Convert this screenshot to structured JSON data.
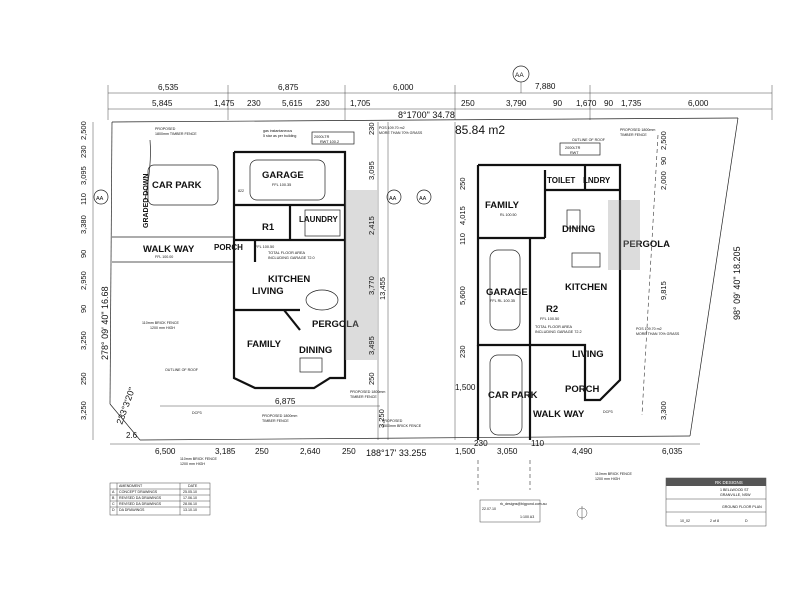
{
  "top_dimensions_row1": [
    "6,535",
    "6,875",
    "6,000",
    "7,880"
  ],
  "top_dimensions_row2": [
    "5,845",
    "1,475",
    "230",
    "5,615",
    "230",
    "1,705",
    "250",
    "3,790",
    "90",
    "1,670",
    "90",
    "1,735",
    "6,000"
  ],
  "bearing_top": "8°1700\"  34.78",
  "bearing_left": "278° 09' 40\"  16.68",
  "bearing_right": "98° 09' 40\"  18.205",
  "bearing_bottom": "188°17'  33.255",
  "bearing_corner": "233°3'20\"",
  "bearing_corner_dist": "2.6",
  "grid_bubble_top": "AA",
  "grid_bubbles_side": [
    "AA",
    "AA",
    "AA"
  ],
  "unit1_left_dims": [
    "2,500",
    "230",
    "3,095",
    "110",
    "3,380",
    "90",
    "2,950",
    "90",
    "3,250",
    "250",
    "3,250"
  ],
  "unit1_mid_dims": [
    "230",
    "3,095",
    "2,415",
    "3,770",
    "3,495",
    "250",
    "13,455"
  ],
  "unit2_left_dims": [
    "250",
    "4,015",
    "110",
    "5,600",
    "230"
  ],
  "unit2_right_dims": [
    "2,500",
    "90",
    "2,000",
    "9,815",
    "3,300"
  ],
  "bottom_dimensions_left": [
    "6,500",
    "3,185",
    "250",
    "2,640",
    "250"
  ],
  "bottom_dimensions_right": [
    "1,500",
    "230",
    "3,050",
    "110",
    "4,490",
    "6,035"
  ],
  "inner_dimensions": [
    "6,875",
    "3,250",
    "1,500"
  ],
  "bottom_misc": [
    "230",
    "110"
  ],
  "pos_area_top": "POS 109.70 m2\nMORE THAN 70% GRASS",
  "area_heading": "85.84 m2",
  "unit1": {
    "garage": "GARAGE",
    "garage_ffl": "FFL 100.35",
    "car_park": "CAR PARK",
    "graded_down": "GRADED DOWN",
    "laundry": "LAUNDRY",
    "r1": "R1",
    "r1_ffl": "FFL 100.50",
    "porch": "PORCH",
    "walk_way": "WALK WAY",
    "living": "LIVING",
    "kitchen": "KITCHEN",
    "family": "FAMILY",
    "dining": "DINING",
    "pergola": "PERGOLA",
    "total_floor_area": "TOTAL FLOOR AREA\nINCLUDING GARAGE 72.0",
    "tank": "2000LTR\nRWT 100.2",
    "gas_note": "gas instantaneous\n5 star as per building",
    "fence_note_top": "PROPOSED\n1800mm TIMBER FENCE",
    "brick_fence": "110mm BRICK FENCE\n1200 mm HIGH",
    "outline_roof": "OUTLINE OF ROOF",
    "dcp": "DCP3",
    "timber_fence": "PROPOSED 1800mm\nTIMBER FENCE",
    "brick_fence_low": "110mm BRICK FENCE\n1200 mm HIGH",
    "dim_822": "822"
  },
  "unit2": {
    "family": "FAMILY",
    "toilet": "TOILET",
    "laundry": "LNDRY",
    "dining": "DINING",
    "pergola": "PERGOLA",
    "garage": "GARAGE",
    "garage_ffl": "FFL RL 100.35",
    "kitchen": "KITCHEN",
    "r2": "R2",
    "r2_ffl": "FFL 100.50",
    "living": "LIVING",
    "porch": "PORCH",
    "car_park": "CAR PARK",
    "walk_way": "WALK WAY",
    "total_floor_area": "TOTAL FLOOR AREA\nINCLUDING GARAGE 72.2",
    "tank": "2000LTR\nRWT",
    "outline_roof": "OUTLINE OF ROOF",
    "fence_note": "PROPOSED 1800mm\nTIMBER FENCE",
    "pos_area": "POS 109.70 m2\nMORE THAN 70% GRASS",
    "dcp": "DCP3",
    "brick_fence": "110mm BRICK FENCE\n1200 mm HIGH"
  },
  "middle_notes": {
    "proposed_fence": "PROPOSED 1800mm\nTIMBER FENCE",
    "proposed_brick": "PROPOSED\n1500mm BRICK FENCE"
  },
  "revision_table": {
    "headers": [
      "AMENDMENT",
      "DATE"
    ],
    "rows": [
      [
        "A",
        "CONCEPT DRAWINGS",
        "25.05.10"
      ],
      [
        "B",
        "REVISED DA DRAWINGS",
        "17.06.10"
      ],
      [
        "C",
        "REVISED DA DRAWINGS",
        "28.06.10"
      ],
      [
        "D",
        "DA DRAWINGS",
        "13.10.10"
      ]
    ]
  },
  "title_block": {
    "company": "RK DESIGNS",
    "address_1": "1 BELLWOOD ST",
    "address_2": "GRANVILLE, NSW",
    "sheet_title": "GROUND FLOOR PLAN",
    "job_no": "10_02",
    "sheet_no": "2 of 8",
    "revision": "D",
    "scale": "1:100 A3",
    "drawn_date": "22.07.10",
    "contact": "rk_designs@bigpond.com.au"
  },
  "colors": {
    "line": "#111111",
    "hatch": "#9a9a9a",
    "paper": "#ffffff",
    "title_band": "#555555"
  }
}
